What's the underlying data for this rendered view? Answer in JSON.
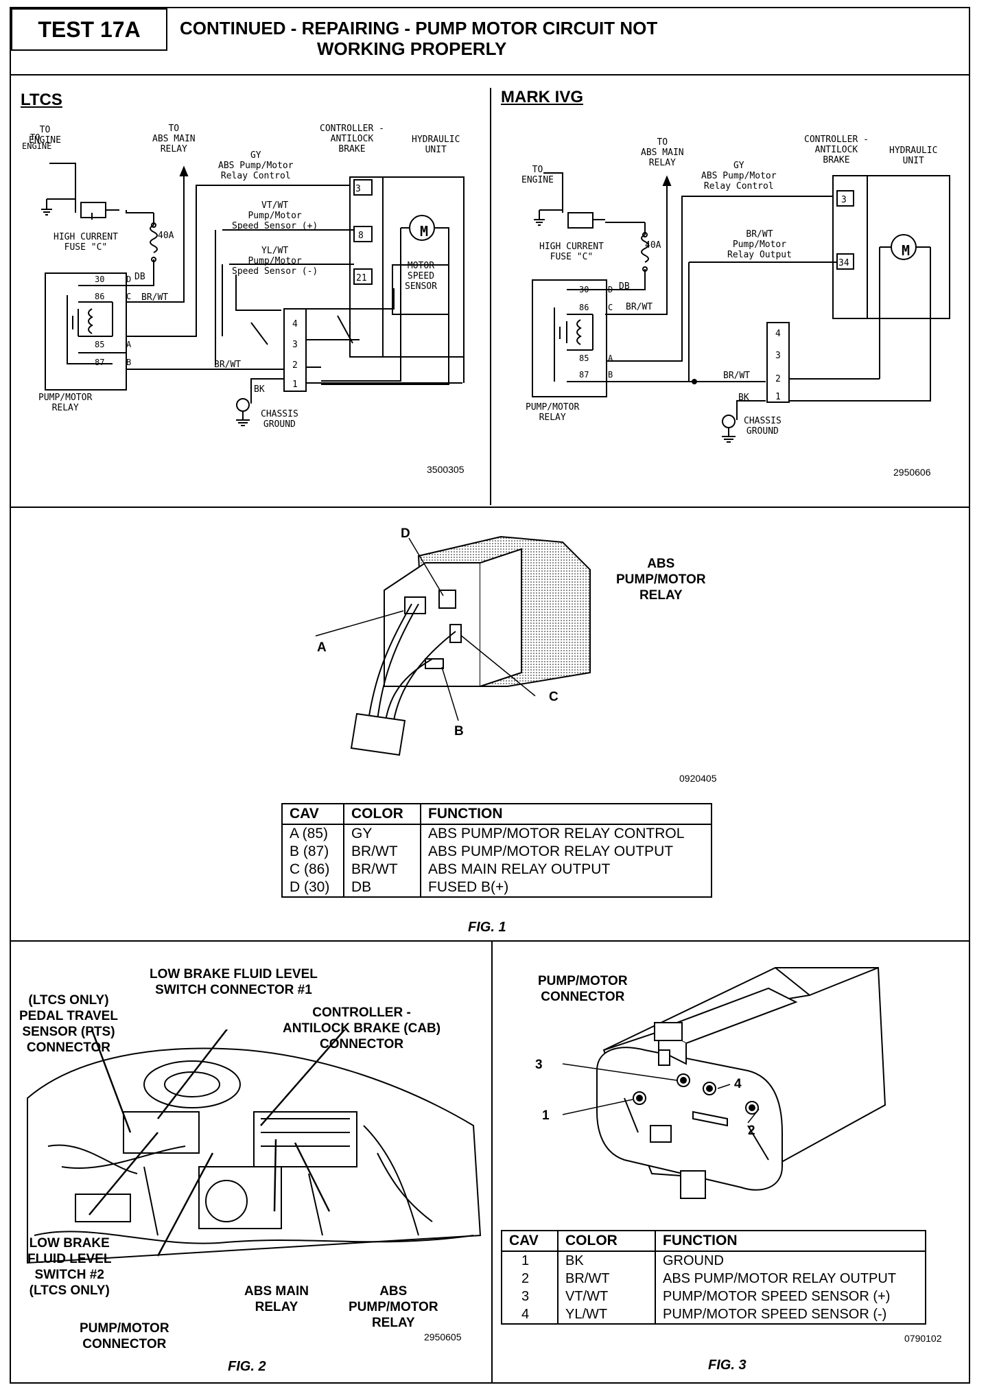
{
  "header": {
    "test_id": "TEST 17A",
    "title_line1": "CONTINUED -  REPAIRING - PUMP MOTOR CIRCUIT NOT",
    "title_line2": "WORKING PROPERLY"
  },
  "ltcs": {
    "section_label": "LTCS",
    "figure_code": "3500305",
    "labels": {
      "to_engine": "TO\nENGINE",
      "to_abs_main_relay": "TO\nABS MAIN\nRELAY",
      "controller": "CONTROLLER -\nANTILOCK\nBRAKE",
      "hydraulic_unit": "HYDRAULIC\nUNIT",
      "gy": "GY\nABS Pump/Motor\nRelay Control",
      "vt_wt": "VT/WT\nPump/Motor\nSpeed Sensor (+)",
      "yl_wt": "YL/WT\nPump/Motor\nSpeed Sensor (-)",
      "high_current_fuse": "HIGH CURRENT\nFUSE \"C\"",
      "fuse_40a": "40A",
      "db": "DB",
      "br_wt_upper": "BR/WT",
      "br_wt_lower": "BR/WT",
      "bk": "BK",
      "motor_speed_sensor": "MOTOR\nSPEED\nSENSOR",
      "pump_motor_relay": "PUMP/MOTOR\nRELAY",
      "chassis_ground": "CHASSIS\nGROUND",
      "cab_pin_3": "3",
      "cab_pin_8": "8",
      "cab_pin_21": "21",
      "relay_30": "30",
      "relay_86": "86",
      "relay_85": "85",
      "relay_87": "87",
      "letter_d": "D",
      "letter_c": "C",
      "letter_a": "A",
      "letter_b": "B",
      "conn_4": "4",
      "conn_3": "3",
      "conn_2": "2",
      "conn_1": "1",
      "motor": "M"
    }
  },
  "mark_ivg": {
    "section_label": "MARK IVG",
    "figure_code": "2950606",
    "labels": {
      "to_engine": "TO\nENGINE",
      "to_abs_main_relay": "TO\nABS MAIN\nRELAY",
      "controller": "CONTROLLER -\nANTILOCK\nBRAKE",
      "hydraulic_unit": "HYDRAULIC\nUNIT",
      "gy": "GY\nABS Pump/Motor\nRelay Control",
      "br_wt_output": "BR/WT\nPump/Motor\nRelay Output",
      "high_current_fuse": "HIGH CURRENT\nFUSE \"C\"",
      "fuse_40a": "40A",
      "db": "DB",
      "br_wt_upper": "BR/WT",
      "br_wt_lower": "BR/WT",
      "bk": "BK",
      "pump_motor_relay": "PUMP/MOTOR\nRELAY",
      "chassis_ground": "CHASSIS\nGROUND",
      "cab_pin_3": "3",
      "cab_pin_34": "34",
      "relay_30": "30",
      "relay_86": "86",
      "relay_85": "85",
      "relay_87": "87",
      "letter_d": "D",
      "letter_c": "C",
      "letter_a": "A",
      "letter_b": "B",
      "conn_4": "4",
      "conn_3": "3",
      "conn_2": "2",
      "conn_1": "1",
      "motor": "M"
    }
  },
  "fig1": {
    "title": "ABS\nPUMP/MOTOR\nRELAY",
    "figure_code": "0920405",
    "caption": "FIG. 1",
    "callouts": [
      "A",
      "B",
      "C",
      "D"
    ],
    "table": {
      "headers": [
        "CAV",
        "COLOR",
        "FUNCTION"
      ],
      "rows": [
        [
          "A (85)",
          "GY",
          "ABS PUMP/MOTOR RELAY CONTROL"
        ],
        [
          "B (87)",
          "BR/WT",
          "ABS PUMP/MOTOR RELAY OUTPUT"
        ],
        [
          "C (86)",
          "BR/WT",
          "ABS MAIN RELAY OUTPUT"
        ],
        [
          "D (30)",
          "DB",
          "FUSED B(+)"
        ]
      ]
    }
  },
  "fig2": {
    "caption": "FIG. 2",
    "figure_code": "2950605",
    "labels": {
      "low_brake_1": "LOW BRAKE FLUID LEVEL\nSWITCH CONNECTOR #1",
      "pts": "(LTCS ONLY)\nPEDAL TRAVEL\nSENSOR (PTS)\nCONNECTOR",
      "cab": "CONTROLLER -\nANTILOCK BRAKE (CAB)\nCONNECTOR",
      "low_brake_2": "LOW BRAKE\nFLUID LEVEL\nSWITCH #2\n(LTCS ONLY)",
      "abs_main_relay": "ABS MAIN\nRELAY",
      "abs_pump_relay": "ABS\nPUMP/MOTOR\nRELAY",
      "pump_connector": "PUMP/MOTOR\nCONNECTOR"
    }
  },
  "fig3": {
    "title": "PUMP/MOTOR\nCONNECTOR",
    "caption": "FIG. 3",
    "figure_code": "0790102",
    "callouts": [
      "1",
      "2",
      "3",
      "4"
    ],
    "table": {
      "headers": [
        "CAV",
        "COLOR",
        "FUNCTION"
      ],
      "rows": [
        [
          "1",
          "BK",
          "GROUND"
        ],
        [
          "2",
          "BR/WT",
          "ABS PUMP/MOTOR RELAY OUTPUT"
        ],
        [
          "3",
          "VT/WT",
          "PUMP/MOTOR SPEED SENSOR (+)"
        ],
        [
          "4",
          "YL/WT",
          "PUMP/MOTOR SPEED SENSOR (-)"
        ]
      ]
    }
  }
}
